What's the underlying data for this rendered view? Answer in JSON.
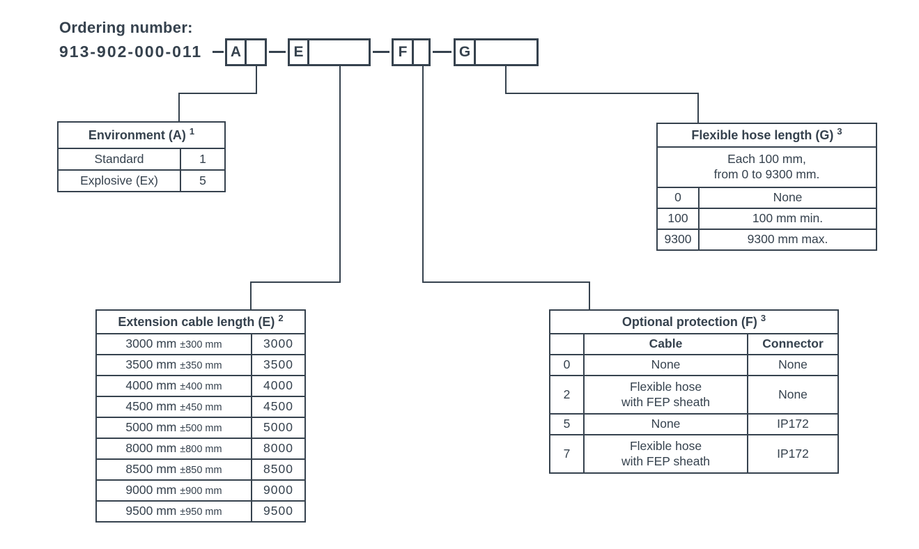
{
  "colors": {
    "ink": "#36424e",
    "background": "#ffffff"
  },
  "header": {
    "title": "Ordering number:",
    "number": "913-902-000-011",
    "segments": [
      {
        "letter": "A"
      },
      {
        "letter": "E"
      },
      {
        "letter": "F"
      },
      {
        "letter": "G"
      }
    ]
  },
  "env": {
    "title": "Environment (A)",
    "sup": "1",
    "rows": [
      {
        "label": "Standard",
        "value": "1"
      },
      {
        "label": "Explosive (Ex)",
        "value": "5"
      }
    ]
  },
  "ext": {
    "title": "Extension cable length (E)",
    "sup": "2",
    "rows": [
      {
        "label": "3000 mm",
        "tol": "±300 mm",
        "value": "3000"
      },
      {
        "label": "3500 mm",
        "tol": "±350 mm",
        "value": "3500"
      },
      {
        "label": "4000 mm",
        "tol": "±400 mm",
        "value": "4000"
      },
      {
        "label": "4500 mm",
        "tol": "±450 mm",
        "value": "4500"
      },
      {
        "label": "5000 mm",
        "tol": "±500 mm",
        "value": "5000"
      },
      {
        "label": "8000 mm",
        "tol": "±800 mm",
        "value": "8000"
      },
      {
        "label": "8500 mm",
        "tol": "±850 mm",
        "value": "8500"
      },
      {
        "label": "9000 mm",
        "tol": "±900 mm",
        "value": "9000"
      },
      {
        "label": "9500 mm",
        "tol": "±950 mm",
        "value": "9500"
      }
    ]
  },
  "prot": {
    "title": "Optional protection (F)",
    "sup": "3",
    "headers": {
      "code": "",
      "cable": "Cable",
      "connector": "Connector"
    },
    "rows": [
      {
        "code": "0",
        "cable1": "None",
        "cable2": "",
        "connector": "None"
      },
      {
        "code": "2",
        "cable1": "Flexible hose",
        "cable2": "with FEP sheath",
        "connector": "None"
      },
      {
        "code": "5",
        "cable1": "None",
        "cable2": "",
        "connector": "IP172"
      },
      {
        "code": "7",
        "cable1": "Flexible hose",
        "cable2": "with FEP sheath",
        "connector": "IP172"
      }
    ]
  },
  "hose": {
    "title": "Flexible hose length (G)",
    "sup": "3",
    "note1": "Each 100 mm,",
    "note2": "from 0 to 9300 mm.",
    "rows": [
      {
        "code": "0",
        "label": "None"
      },
      {
        "code": "100",
        "label": "100 mm min."
      },
      {
        "code": "9300",
        "label": "9300 mm max."
      }
    ]
  }
}
